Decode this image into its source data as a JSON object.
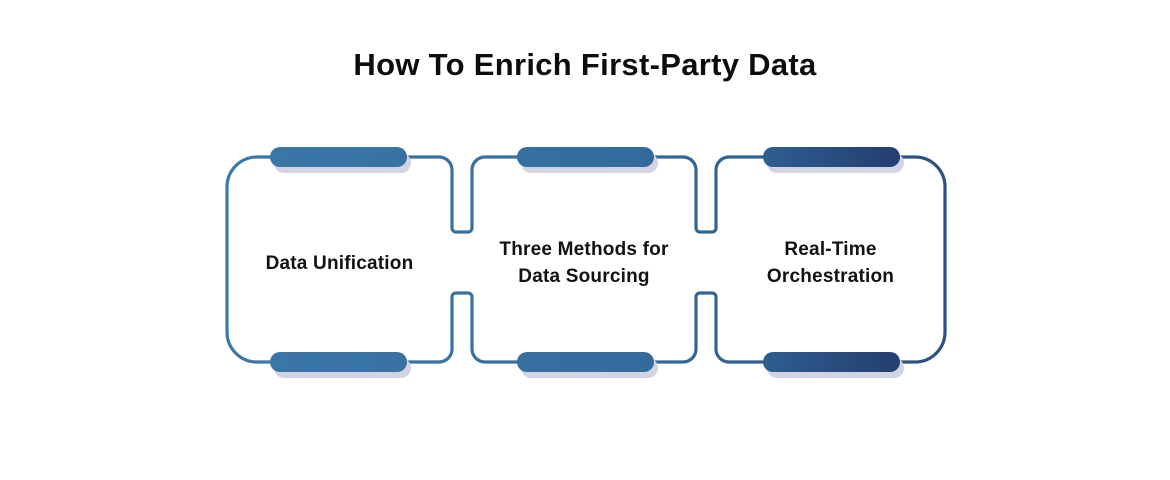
{
  "title": "How To Enrich First-Party Data",
  "diagram": {
    "nodes": [
      {
        "label": "Data Unification",
        "lines": [
          "Data Unification"
        ]
      },
      {
        "label": "Three Methods for Data Sourcing",
        "lines": [
          "Three Methods for",
          "Data Sourcing"
        ]
      },
      {
        "label": "Real-Time Orchestration",
        "lines": [
          "Real-Time",
          "Orchestration"
        ]
      }
    ],
    "colors": {
      "outline_gradient_start": "#3b77a8",
      "outline_gradient_mid": "#336d9e",
      "outline_gradient_end": "#2d5080",
      "cap_blue": "#336f9f",
      "cap_dark_gradient_start": "#2d5e8f",
      "cap_dark_gradient_end": "#243e70",
      "cap_shadow": "#d3d4e3",
      "background": "#ffffff",
      "text": "#111111"
    }
  }
}
